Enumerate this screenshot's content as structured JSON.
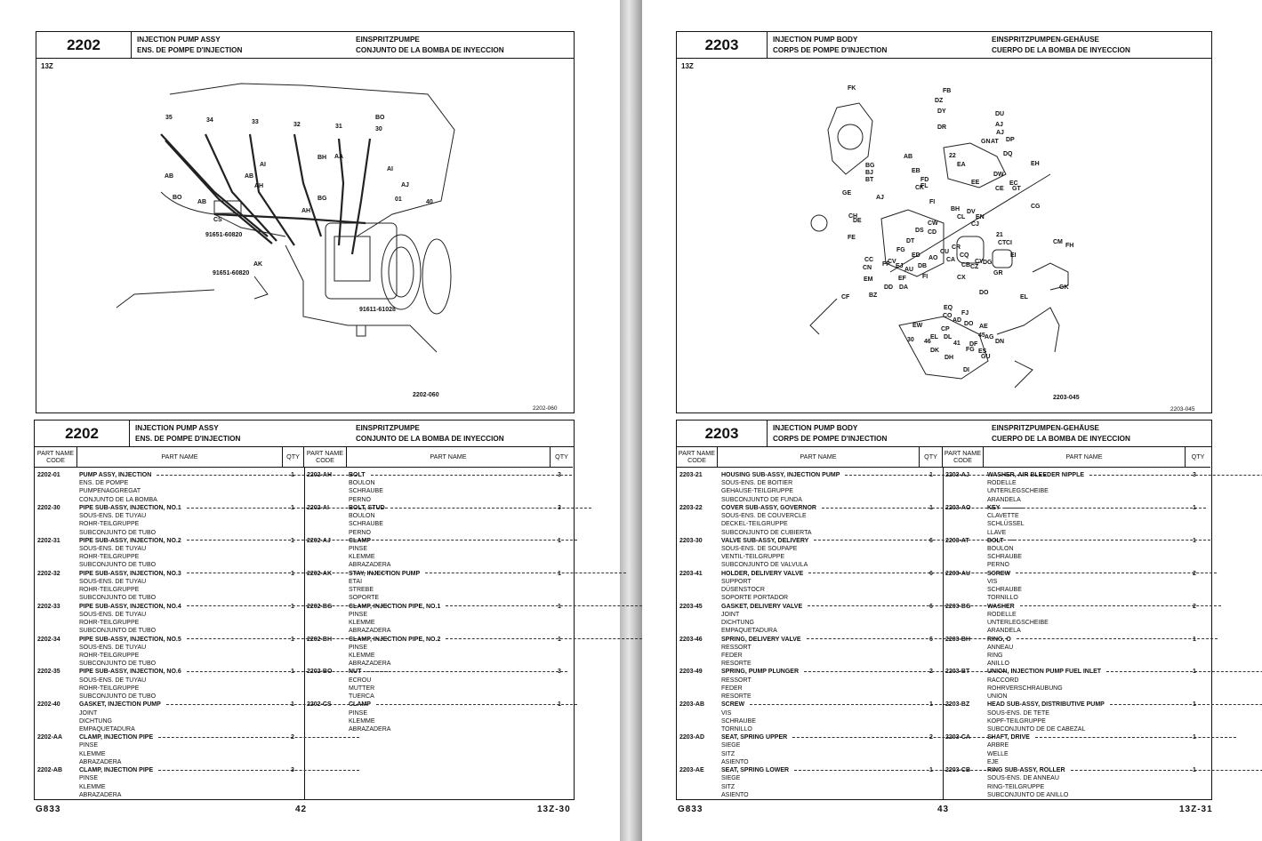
{
  "left": {
    "diagram": {
      "num": "2202",
      "en": "INJECTION PUMP ASSY",
      "fr": "ENS. DE POMPE D'INJECTION",
      "de": "EINSPRITZPUMPE",
      "es": "CONJUNTO DE LA BOMBA DE INYECCION",
      "section": "13Z",
      "fig_id": "2202-060",
      "fig_id_small": "2202-060",
      "labels": [
        "35",
        "34",
        "33",
        "32",
        "31",
        "30",
        "BO",
        "AI",
        "AB",
        "AB",
        "AH",
        "BO",
        "AB",
        "CS",
        "BH",
        "AA",
        "AI",
        "AJ",
        "BG",
        "AH",
        "01",
        "40",
        "91651-60820",
        "AK",
        "91651-60820",
        "91611-61028"
      ]
    },
    "table": {
      "num": "2202",
      "en": "INJECTION PUMP ASSY",
      "fr": "ENS. DE POMPE D'INJECTION",
      "de": "EINSPRITZPUMPE",
      "es": "CONJUNTO DE LA BOMBA DE INYECCION",
      "h_code": "PART NAME CODE",
      "h_name": "PART NAME",
      "h_qty": "QTY",
      "col1": [
        {
          "code": "2202-01",
          "qty": "1",
          "names": [
            "PUMP ASSY, INJECTION",
            "ENS. DE POMPE",
            "PUMPENAGGREGAT",
            "CONJUNTO DE LA BOMBA"
          ]
        },
        {
          "code": "2202-30",
          "qty": "1",
          "names": [
            "PIPE SUB-ASSY, INJECTION, NO.1",
            "SOUS-ENS. DE TUYAU",
            "ROHR-TEILGRUPPE",
            "SUBCONJUNTO DE TUBO"
          ]
        },
        {
          "code": "2202-31",
          "qty": "1",
          "names": [
            "PIPE SUB-ASSY, INJECTION, NO.2",
            "SOUS-ENS. DE TUYAU",
            "ROHR-TEILGRUPPE",
            "SUBCONJUNTO DE TUBO"
          ]
        },
        {
          "code": "2202-32",
          "qty": "1",
          "names": [
            "PIPE SUB-ASSY, INJECTION, NO.3",
            "SOUS-ENS. DE TUYAU",
            "ROHR-TEILGRUPPE",
            "SUBCONJUNTO DE TUBO"
          ]
        },
        {
          "code": "2202-33",
          "qty": "1",
          "names": [
            "PIPE SUB-ASSY, INJECTION, NO.4",
            "SOUS-ENS. DE TUYAU",
            "ROHR-TEILGRUPPE",
            "SUBCONJUNTO DE TUBO"
          ]
        },
        {
          "code": "2202-34",
          "qty": "1",
          "names": [
            "PIPE SUB-ASSY, INJECTION, NO.5",
            "SOUS-ENS. DE TUYAU",
            "ROHR-TEILGRUPPE",
            "SUBCONJUNTO DE TUBO"
          ]
        },
        {
          "code": "2202-35",
          "qty": "1",
          "names": [
            "PIPE SUB-ASSY, INJECTION, NO.6",
            "SOUS-ENS. DE TUYAU",
            "ROHR-TEILGRUPPE",
            "SUBCONJUNTO DE TUBO"
          ]
        },
        {
          "code": "2202-40",
          "qty": "1",
          "names": [
            "GASKET, INJECTION PUMP",
            "JOINT",
            "DICHTUNG",
            "EMPAQUETADURA"
          ]
        },
        {
          "code": "2202-AA",
          "qty": "2",
          "names": [
            "CLAMP, INJECTION PIPE",
            "PINSE",
            "KLEMME",
            "ABRAZADERA"
          ]
        },
        {
          "code": "2202-AB",
          "qty": "3",
          "names": [
            "CLAMP, INJECTION PIPE",
            "PINSE",
            "KLEMME",
            "ABRAZADERA"
          ]
        }
      ],
      "col2": [
        {
          "code": "2202-AH",
          "qty": "3",
          "names": [
            "BOLT",
            "BOULON",
            "SCHRAUBE",
            "PERNO"
          ]
        },
        {
          "code": "2202-AI",
          "qty": "3",
          "names": [
            "BOLT, STUD",
            "BOULON",
            "SCHRAUBE",
            "PERNO"
          ]
        },
        {
          "code": "2202-AJ",
          "qty": "1",
          "names": [
            "CLAMP",
            "PINSE",
            "KLEMME",
            "ABRAZADERA"
          ]
        },
        {
          "code": "2202-AK",
          "qty": "1",
          "names": [
            "STAY, INJECTION PUMP",
            "ETAI",
            "STREBE",
            "SOPORTE"
          ]
        },
        {
          "code": "2202-BG",
          "qty": "1",
          "names": [
            "CLAMP, INJECTION PIPE, NO.1",
            "PINSE",
            "KLEMME",
            "ABRAZADERA"
          ]
        },
        {
          "code": "2202-BH",
          "qty": "1",
          "names": [
            "CLAMP, INJECTION PIPE, NO.2",
            "PINSE",
            "KLEMME",
            "ABRAZADERA"
          ]
        },
        {
          "code": "2202-BO",
          "qty": "3",
          "names": [
            "NUT",
            "ECROU",
            "MUTTER",
            "TUERCA"
          ]
        },
        {
          "code": "2202-CS",
          "qty": "1",
          "names": [
            "CLAMP",
            "PINSE",
            "KLEMME",
            "ABRAZADERA"
          ]
        }
      ]
    },
    "footer": {
      "left": "G833",
      "center": "42",
      "right": "13Z-30"
    }
  },
  "right": {
    "diagram": {
      "num": "2203",
      "en": "INJECTION PUMP BODY",
      "fr": "CORPS DE POMPE D'INJECTION",
      "de": "EINSPRITZPUMPEN-GEHÄUSE",
      "es": "CUERPO DE LA BOMBA DE INYECCION",
      "section": "13Z",
      "fig_id": "2203-045",
      "fig_id_small": "2203-045",
      "labels": [
        "FK",
        "FB",
        "DZ",
        "DY",
        "DU",
        "AJ",
        "AJ",
        "DR",
        "GN",
        "AT",
        "DP",
        "22",
        "EA",
        "DQ",
        "EH",
        "AB",
        "BG",
        "EB",
        "BJ",
        "BT",
        "FD",
        "FL",
        "DW",
        "EE",
        "EC",
        "CE",
        "GT",
        "GE",
        "AJ",
        "CK",
        "FI",
        "BH",
        "CL",
        "DV",
        "EN",
        "CJ",
        "CG",
        "CH",
        "CW",
        "DE",
        "CD",
        "21",
        "CT",
        "CI",
        "EI",
        "CM",
        "FH",
        "FE",
        "DS",
        "DT",
        "FG",
        "ED",
        "CU",
        "CR",
        "AO",
        "CA",
        "CQ",
        "CB",
        "DG",
        "CY",
        "CC",
        "CV",
        "CN",
        "FF",
        "EJ",
        "AU",
        "DB",
        "CZ",
        "GR",
        "CX",
        "EM",
        "EF",
        "DA",
        "DD",
        "FI",
        "BZ",
        "CF",
        "EQ",
        "FJ",
        "DO",
        "EL",
        "GK",
        "CO",
        "AD",
        "DO",
        "EW",
        "CP",
        "AE",
        "DL",
        "45",
        "AG",
        "EL",
        "DN",
        "30",
        "46",
        "41",
        "DF",
        "ES",
        "DK",
        "DH",
        "FG",
        "DI",
        "GU"
      ]
    },
    "table": {
      "num": "2203",
      "en": "INJECTION PUMP BODY",
      "fr": "CORPS DE POMPE D'INJECTION",
      "de": "EINSPRITZPUMPEN-GEHÄUSE",
      "es": "CUERPO DE LA BOMBA DE INYECCION",
      "h_code": "PART NAME CODE",
      "h_name": "PART NAME",
      "h_qty": "QTY",
      "col1": [
        {
          "code": "2203-21",
          "qty": "1",
          "names": [
            "HOUSING SUB-ASSY, INJECTION PUMP",
            "SOUS-ENS. DE BOITIER",
            "GEHAUSE-TEILGRUPPE",
            "SUBCONJUNTO DE FUNDA"
          ]
        },
        {
          "code": "2203-22",
          "qty": "1",
          "names": [
            "COVER SUB-ASSY, GOVERNOR",
            "SOUS-ENS. DE COUVERCLE",
            "DECKEL-TEILGRUPPE",
            "SUBCONJUNTO DE CUBIERTA"
          ]
        },
        {
          "code": "2203-30",
          "qty": "6",
          "names": [
            "VALVE SUB-ASSY, DELIVERY",
            "SOUS-ENS. DE SOUPAPE",
            "VENTIL-TEILGRUPPE",
            "SUBCONJUNTO DE VALVULA"
          ]
        },
        {
          "code": "2203-41",
          "qty": "6",
          "names": [
            "HOLDER, DELIVERY VALVE",
            "SUPPORT",
            "DÜSENSTOCR",
            "SOPORTE PORTADOR"
          ]
        },
        {
          "code": "2203-45",
          "qty": "6",
          "names": [
            "GASKET, DELIVERY VALVE",
            "JOINT",
            "DICHTUNG",
            "EMPAQUETADURA"
          ]
        },
        {
          "code": "2203-46",
          "qty": "6",
          "names": [
            "SPRING, DELIVERY VALVE",
            "RESSORT",
            "FEDER",
            "RESORTE"
          ]
        },
        {
          "code": "2203-49",
          "qty": "2",
          "names": [
            "SPRING, PUMP PLUNGER",
            "RESSORT",
            "FEDER",
            "RESORTE"
          ]
        },
        {
          "code": "2203-AB",
          "qty": "1",
          "names": [
            "SCREW",
            "VIS",
            "SCHRAUBE",
            "TORNILLO"
          ]
        },
        {
          "code": "2203-AD",
          "qty": "2",
          "names": [
            "SEAT, SPRING UPPER",
            "SIEGE",
            "SITZ",
            "ASIENTO"
          ]
        },
        {
          "code": "2203-AE",
          "qty": "1",
          "names": [
            "SEAT, SPRING LOWER",
            "SIEGE",
            "SITZ",
            "ASIENTO"
          ]
        }
      ],
      "col2": [
        {
          "code": "2203-AJ",
          "qty": "3",
          "names": [
            "WASHER, AIR BLEEDER NIPPLE",
            "RODELLE",
            "UNTERLEGSCHEIBE",
            "ARANDELA"
          ]
        },
        {
          "code": "2203-AO",
          "qty": "1",
          "names": [
            "KEY",
            "CLAVETTE",
            "SCHLÜSSEL",
            "LLAVE"
          ]
        },
        {
          "code": "2203-AT",
          "qty": "1",
          "names": [
            "BOLT",
            "BOULON",
            "SCHRAUBE",
            "PERNO"
          ]
        },
        {
          "code": "2203-AU",
          "qty": "2",
          "names": [
            "SCREW",
            "VIS",
            "SCHRAUBE",
            "TORNILLO"
          ]
        },
        {
          "code": "2203-BG",
          "qty": "2",
          "names": [
            "WASHER",
            "RODELLE",
            "UNTERLEGSCHEIBE",
            "ARANDELA"
          ]
        },
        {
          "code": "2203-BH",
          "qty": "1",
          "names": [
            "RING, O",
            "ANNEAU",
            "RING",
            "ANILLO"
          ]
        },
        {
          "code": "2203-BT",
          "qty": "1",
          "names": [
            "UNION, INJECTION PUMP FUEL INLET",
            "RACCORD",
            "ROHRVERSCHRAUBUNG",
            "UNION"
          ]
        },
        {
          "code": "2203-BZ",
          "qty": "1",
          "names": [
            "HEAD SUB-ASSY, DISTRIBUTIVE PUMP",
            "SOUS-ENS. DE TETE",
            "KOPF-TEILGRUPPE",
            "SUBCONJUNTO DE DE CABEZAL"
          ]
        },
        {
          "code": "2203-CA",
          "qty": "1",
          "names": [
            "SHAFT, DRIVE",
            "ARBRE",
            "WELLE",
            "EJE"
          ]
        },
        {
          "code": "2203-CB",
          "qty": "1",
          "names": [
            "RING SUB-ASSY, ROLLER",
            "SOUS-ENS. DE ANNEAU",
            "RING-TEILGRUPPE",
            "SUBCONJUNTO DE ANILLO"
          ]
        }
      ]
    },
    "footer": {
      "left": "G833",
      "center": "43",
      "right": "13Z-31"
    }
  }
}
